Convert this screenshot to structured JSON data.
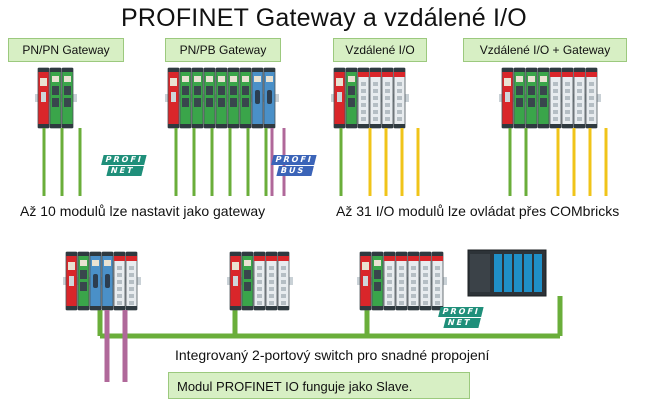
{
  "title": "PROFINET Gateway a vzdálené I/O",
  "sections": {
    "pn_pn": "PN/PN Gateway",
    "pn_pb": "PN/PB Gateway",
    "remote_io": "Vzdálené I/O",
    "remote_io_gateway": "Vzdálené I/O + Gateway"
  },
  "captions": {
    "gateway_modules": "Až 10 modulů lze nastavit jako gateway",
    "io_modules": "Až 31 I/O modulů lze ovládat přes COMbricks",
    "switch": "Integrovaný 2-portový switch pro snadné propojení",
    "slave": "Modul PROFINET IO funguje jako Slave."
  },
  "logos": {
    "profi": "PROFI",
    "net": "NET",
    "bus": "BUS"
  },
  "colors": {
    "profinet_line": "#6aae3a",
    "profibus_line": "#b0689a",
    "io_line": "#f0c419",
    "cpu_red": "#d9262a",
    "module_green": "#3aa54a",
    "module_blue": "#4a90c8",
    "label_bg": "#d7efc4",
    "logo_teal": "#1f8f7a",
    "logo_bus": "#3b64b8"
  }
}
